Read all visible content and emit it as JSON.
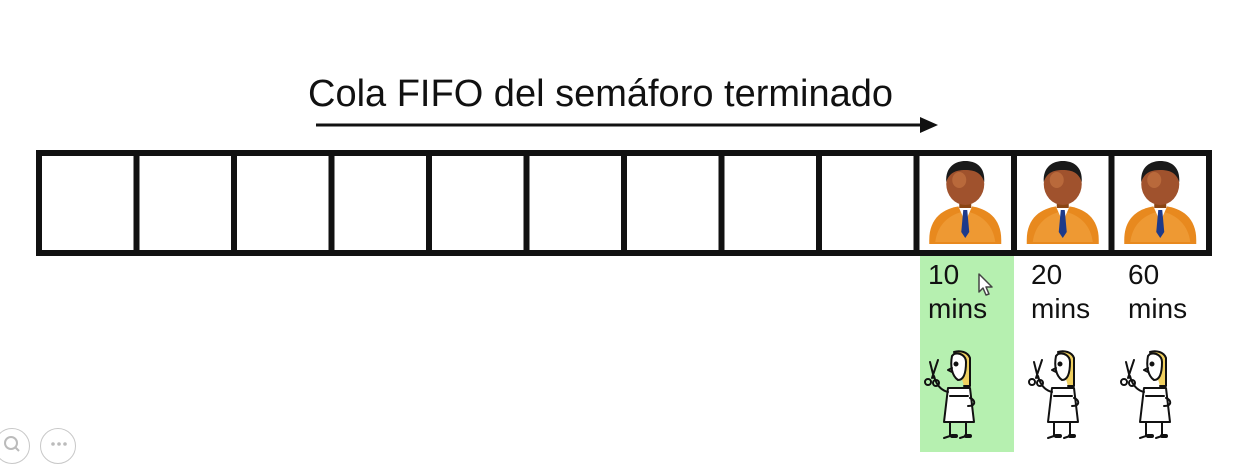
{
  "diagram": {
    "title": "Cola FIFO del semáforo terminado",
    "queue": {
      "slot_count": 12,
      "occupied_slots": [
        10,
        11,
        12
      ]
    },
    "wait_times": [
      {
        "number": "10",
        "unit": "mins",
        "highlighted": true
      },
      {
        "number": "20",
        "unit": "mins",
        "highlighted": false
      },
      {
        "number": "60",
        "unit": "mins",
        "highlighted": false
      }
    ],
    "colors": {
      "highlight": "#b6f0b0",
      "person_suit": "#e8891e",
      "person_skin": "#a0522d",
      "person_tie": "#1e3a8a",
      "barber_hair": "#f0d060"
    },
    "icons": {
      "queued_person": "person-icon",
      "barber": "barber-with-scissors-icon",
      "cursor": "mouse-pointer-icon",
      "zoom": "zoom-icon",
      "more": "more-options-icon"
    }
  }
}
